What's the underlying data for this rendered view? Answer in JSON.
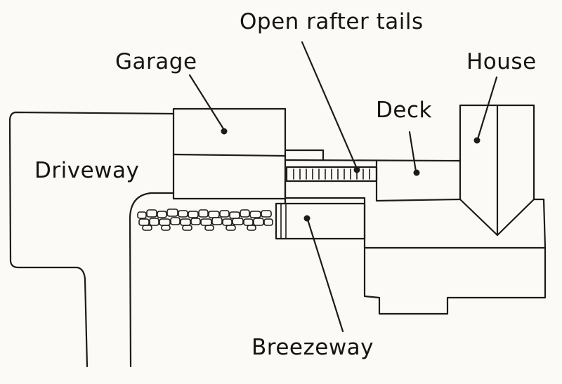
{
  "labels": {
    "open_rafter_tails": "Open rafter tails",
    "garage": "Garage",
    "house": "House",
    "deck": "Deck",
    "driveway": "Driveway",
    "breezeway": "Breezeway"
  }
}
